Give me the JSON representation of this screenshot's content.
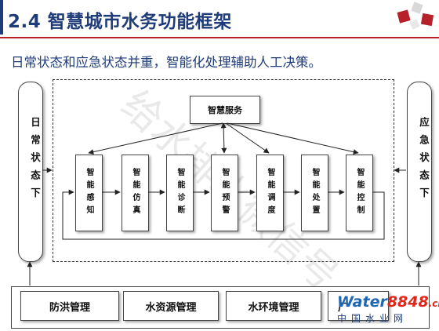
{
  "header": {
    "title": "2.4 智慧城市水务功能框架",
    "subtitle": "日常状态和应急状态并重，智能化处理辅助人工决策。"
  },
  "diagram": {
    "left_label": "日常状态下",
    "right_label": "应急状态下",
    "center": "智慧服务",
    "modules": [
      {
        "label": "智能感知"
      },
      {
        "label": "智能仿真"
      },
      {
        "label": "智能诊断"
      },
      {
        "label": "智能预警"
      },
      {
        "label": "智能调度"
      },
      {
        "label": "智能处置"
      },
      {
        "label": "智能控制"
      }
    ],
    "bottom": [
      "防洪管理",
      "水资源管理",
      "水环境管理"
    ],
    "bottom_partial": "厂"
  },
  "watermark": {
    "diagonal": "给水排水微信号",
    "logo_word_a": "Water",
    "logo_word_b": "8848",
    "logo_suffix": ".cn",
    "logo_cn": "中国水业网"
  },
  "colors": {
    "title": "#1f3c7a",
    "rule": "#b7212a",
    "logo_red": "#e0261b"
  }
}
